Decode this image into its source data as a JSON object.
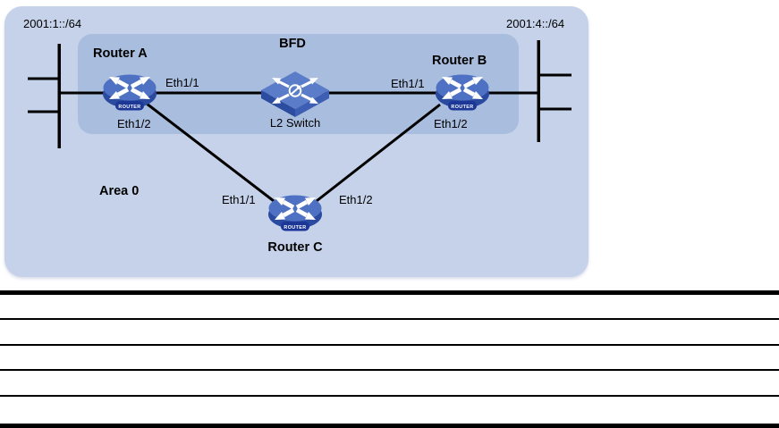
{
  "diagram": {
    "region_labels": {
      "bfd": "BFD",
      "area": "Area 0"
    },
    "networks": {
      "left": "2001:1::/64",
      "right": "2001:4::/64"
    },
    "nodes": {
      "router_a": {
        "label": "Router A",
        "type": "router",
        "badge": "ROUTER"
      },
      "router_b": {
        "label": "Router B",
        "type": "router",
        "badge": "ROUTER"
      },
      "router_c": {
        "label": "Router C",
        "type": "router",
        "badge": "ROUTER"
      },
      "l2_switch": {
        "label": "L2 Switch",
        "type": "l2-switch"
      }
    },
    "interfaces": {
      "router_a_eth1_1": "Eth1/1",
      "router_a_eth1_2": "Eth1/2",
      "router_b_eth1_1": "Eth1/1",
      "router_b_eth1_2": "Eth1/2",
      "router_c_eth1_1": "Eth1/1",
      "router_c_eth1_2": "Eth1/2"
    },
    "links": [
      {
        "from": "lan_segment_left",
        "to": "router_a"
      },
      {
        "from": "router_a",
        "from_if": "Eth1/1",
        "to": "l2_switch"
      },
      {
        "from": "l2_switch",
        "to": "router_b",
        "to_if": "Eth1/1"
      },
      {
        "from": "router_b",
        "to": "lan_segment_right"
      },
      {
        "from": "router_a",
        "from_if": "Eth1/2",
        "to": "router_c",
        "to_if": "Eth1/1"
      },
      {
        "from": "router_b",
        "from_if": "Eth1/2",
        "to": "router_c",
        "to_if": "Eth1/2"
      }
    ],
    "colors": {
      "panel_outer": "#c5d2e9",
      "panel_inner": "#a9bdde",
      "link_line": "#000000",
      "device_face": "#4f71c4",
      "device_side": "#2a4aa0",
      "device_badge": "#1c3796",
      "switch_face": "#5b7cc9",
      "switch_left_side": "#2b4c9f",
      "switch_right_side": "#3e5eb3"
    }
  },
  "table": {
    "rows": [
      "",
      "",
      "",
      "",
      ""
    ]
  }
}
